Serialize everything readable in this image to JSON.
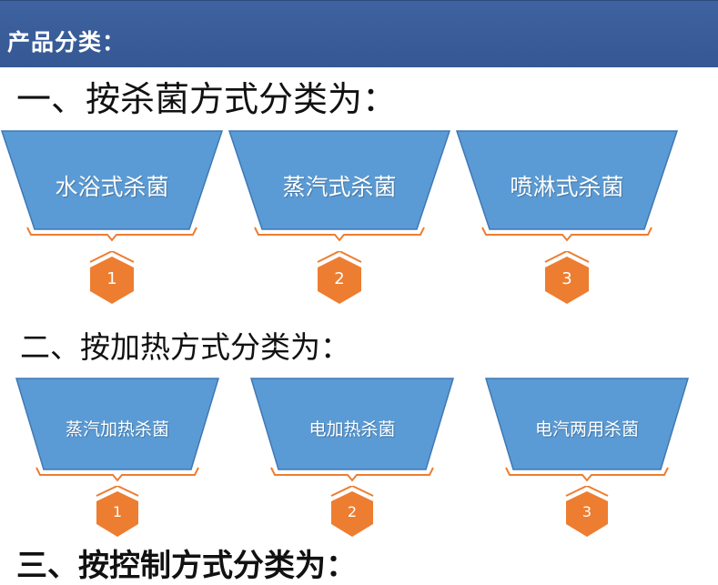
{
  "header": {
    "title": "产品分类："
  },
  "section1": {
    "heading": "一、按杀菌方式分类为：",
    "cards": [
      {
        "label": "水浴式杀菌",
        "number": "1"
      },
      {
        "label": "蒸汽式杀菌",
        "number": "2"
      },
      {
        "label": "喷淋式杀菌",
        "number": "3"
      }
    ]
  },
  "section2": {
    "heading": "二、按加热方式分类为：",
    "cards": [
      {
        "label": "蒸汽加热杀菌",
        "number": "1"
      },
      {
        "label": "电加热杀菌",
        "number": "2"
      },
      {
        "label": "电汽两用杀菌",
        "number": "3"
      }
    ]
  },
  "section3": {
    "heading": "三、按控制方式分类为："
  },
  "colors": {
    "header": "#3a5e9c",
    "card": "#5b9bd5",
    "badge": "#ed7d31"
  }
}
